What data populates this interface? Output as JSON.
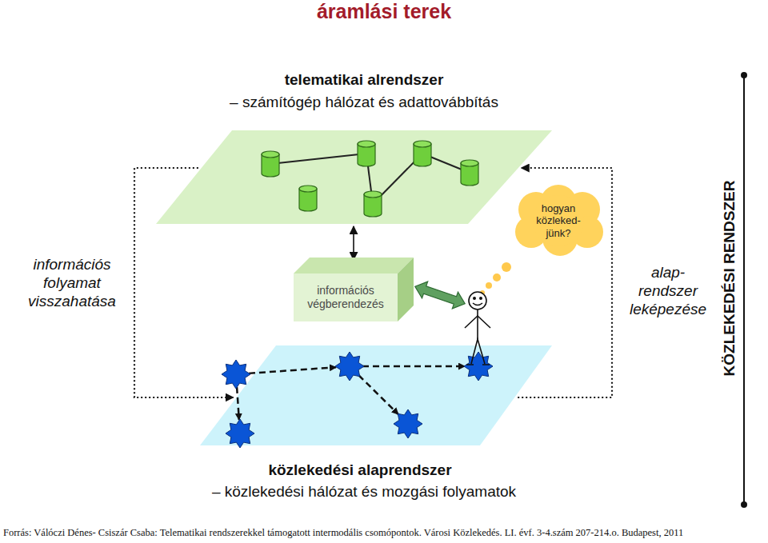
{
  "diagram": {
    "title": "áramlási terek",
    "caption": "Forrás: Válóczi Dénes- Csiszár Csaba: Telematikai rendszerekkel támogatott intermodális csomópontok. Városi Közlekedés. LI. évf. 3-4.szám 207-214.o. Budapest, 2011",
    "nodes": [
      {
        "text": [
          "telematikai alrendszer",
          "– számítógép hálózat és adattovábbítás"
        ]
      },
      {
        "text": [
          "információs végberendezés"
        ]
      },
      {
        "text": [
          "hogyan közleked- jünk?"
        ]
      },
      {
        "text": [
          "közlekedési alaprendszer",
          "– közlekedési hálózat és mozgási folyamatok"
        ]
      }
    ],
    "edges": [
      {
        "from": 0,
        "to": 1,
        "arrow": "both"
      },
      {
        "from": 0,
        "to": 3,
        "arrow": "to"
      },
      {
        "from": 3,
        "to": 0,
        "arrow": "to"
      }
    ],
    "labels": [
      "információs folyamat visszahatása",
      "alap- rendszer leképezése",
      "KÖZLEKEDÉSI RENDSZER"
    ]
  }
}
